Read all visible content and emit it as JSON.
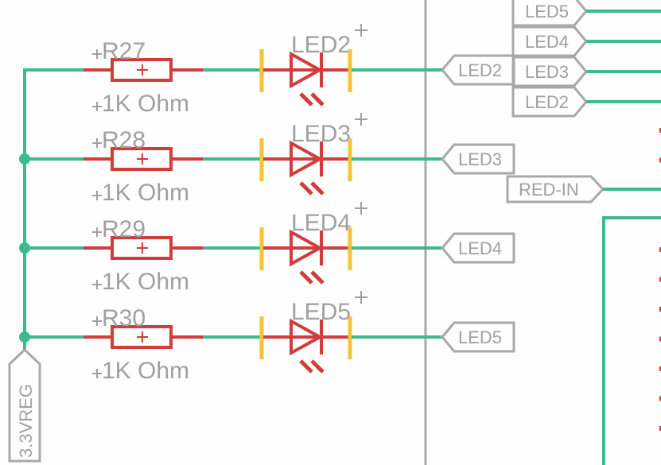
{
  "colors": {
    "wire": "#3dba8e",
    "part": "#d13c3c",
    "pin": "#f5c23a",
    "label": "#a0a0a0",
    "frame": "#a8a8a8",
    "bg": "#fefefe"
  },
  "rows": [
    {
      "res": "R27",
      "value": "1K Ohm",
      "led": "LED2",
      "net": "LED2"
    },
    {
      "res": "R28",
      "value": "1K Ohm",
      "led": "LED3",
      "net": "LED3"
    },
    {
      "res": "R29",
      "value": "1K Ohm",
      "led": "LED4",
      "net": "LED4"
    },
    {
      "res": "R30",
      "value": "1K Ohm",
      "led": "LED5",
      "net": "LED5"
    }
  ],
  "supply_label": "3.3VREG",
  "right_labels": [
    "LED5",
    "LED4",
    "LED3",
    "LED2"
  ],
  "red_in_label": "RED-IN"
}
